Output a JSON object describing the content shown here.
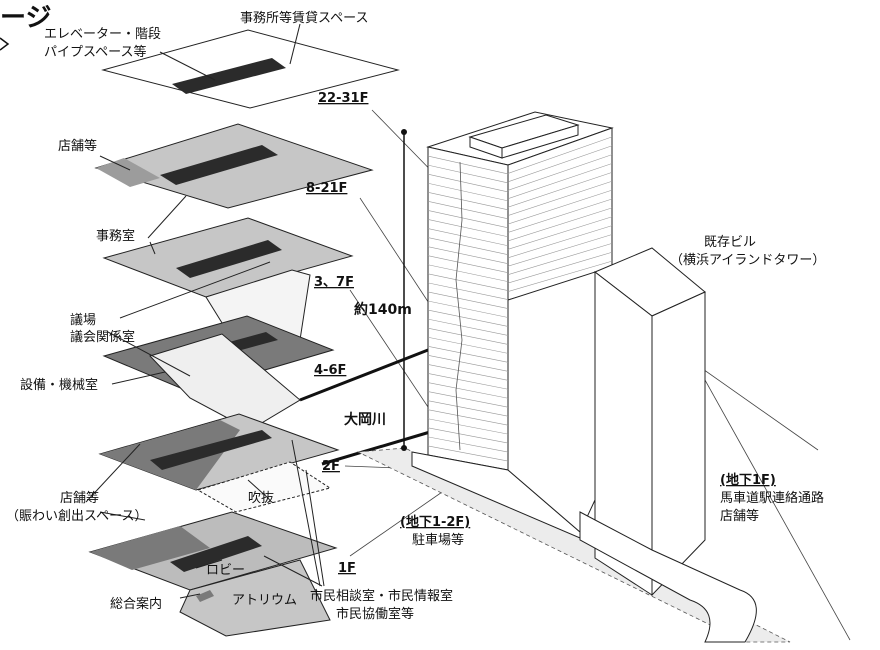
{
  "corner_title": "ージ",
  "labels": {
    "rental_space": "事務所等賃貸スペース",
    "elevator_1": "エレベーター・階段",
    "elevator_2": "パイプスペース等",
    "shops": "店舗等",
    "office": "事務室",
    "assembly_1": "議場",
    "assembly_2": "議会関係室",
    "equipment": "設備・機械室",
    "shops2_1": "店舗等",
    "shops2_2": "（賑わい創出スペース）",
    "void": "吹抜",
    "lobby": "ロビー",
    "atrium": "アトリウム",
    "info": "総合案内",
    "citizens_1": "市民相談室・市民情報室",
    "citizens_2": "市民協働室等",
    "height": "約140m",
    "river": "大岡川",
    "parking_1": "駐車場等",
    "existing_1": "既存ビル",
    "existing_2": "（横浜アイランドタワー）",
    "b1_1": "馬車道駅連絡通路",
    "b1_2": "店舗等"
  },
  "floors": {
    "f22": "22-31F",
    "f8": "8-21F",
    "f3": "3、7F",
    "f4": "4-6F",
    "f2": "2F",
    "f1": "1F",
    "parking": "(地下1-2F)",
    "b1": "(地下1F)"
  },
  "colors": {
    "core": "#2b2b2b",
    "gray_light": "#c6c6c6",
    "gray_mid": "#9c9c9c",
    "gray_dark": "#7a7a7a",
    "line": "#222222",
    "ground": "#e6e6e6"
  }
}
